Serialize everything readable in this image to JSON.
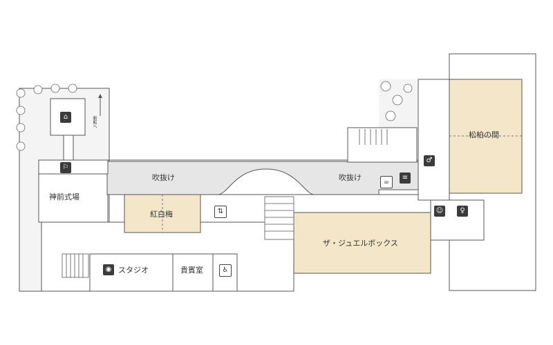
{
  "rooms": {
    "jinzen": "神前式場",
    "kouhakubai": "紅白梅",
    "studio": "スタジオ",
    "kihinshitsu": "貴賓室",
    "jewel_box": "ザ・ジュエルボックス",
    "shouhaku": "松柏の間",
    "fukinuke_left": "吹抜け",
    "fukinuke_right": "吹抜け"
  },
  "signs": {
    "new_building": "新館へ"
  },
  "icons": {
    "shrine": "shrine-icon",
    "ceremony": "ceremony-icon",
    "elevator": "elevator-icon",
    "camera": "camera-icon",
    "wheelchair": "wheelchair-icon",
    "toilet_men": "toilet-men-icon",
    "toilet_women": "toilet-women-icon",
    "smoking": "smoking-icon",
    "lounge": "lounge-icon",
    "nursing": "nursing-icon"
  },
  "colors": {
    "room_fill": "#f3e6c9",
    "void_fill": "#e6e6e6",
    "garden_fill": "#f4f4f4",
    "wall": "#555555"
  }
}
